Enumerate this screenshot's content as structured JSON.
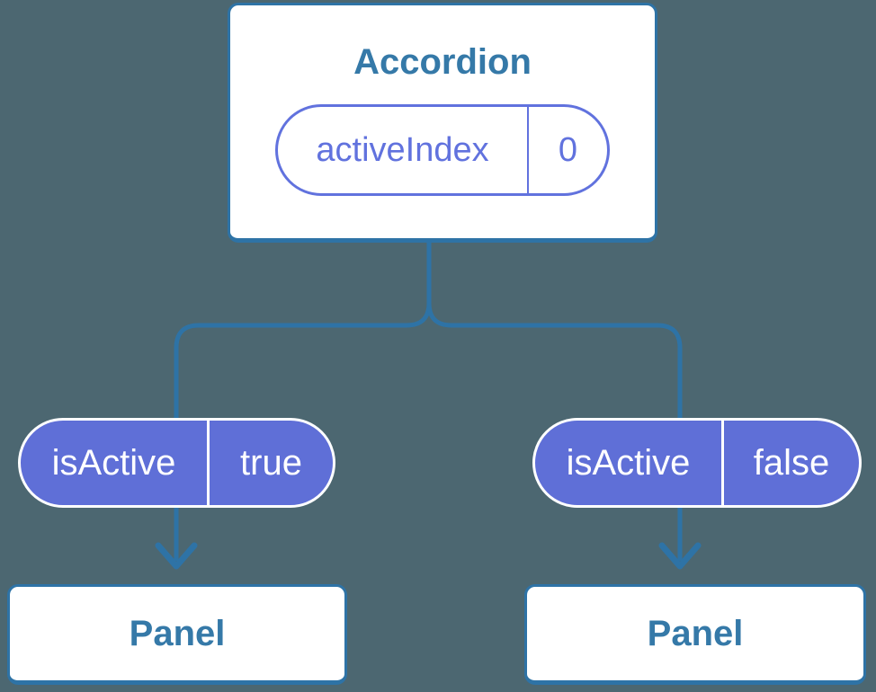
{
  "colors": {
    "bg": "#4C6771",
    "line": "#2E73A6",
    "heading": "#3579A8",
    "purple-fill": "#5F6FD7",
    "purple-outline": "#6172DE",
    "pill-text": "#FFFFFF",
    "card-bg": "#FFFFFF"
  },
  "tree": {
    "root": {
      "title": "Accordion",
      "state": {
        "name": "activeIndex",
        "value": "0"
      }
    },
    "children": [
      {
        "prop": {
          "name": "isActive",
          "value": "true"
        },
        "component": "Panel"
      },
      {
        "prop": {
          "name": "isActive",
          "value": "false"
        },
        "component": "Panel"
      }
    ]
  }
}
